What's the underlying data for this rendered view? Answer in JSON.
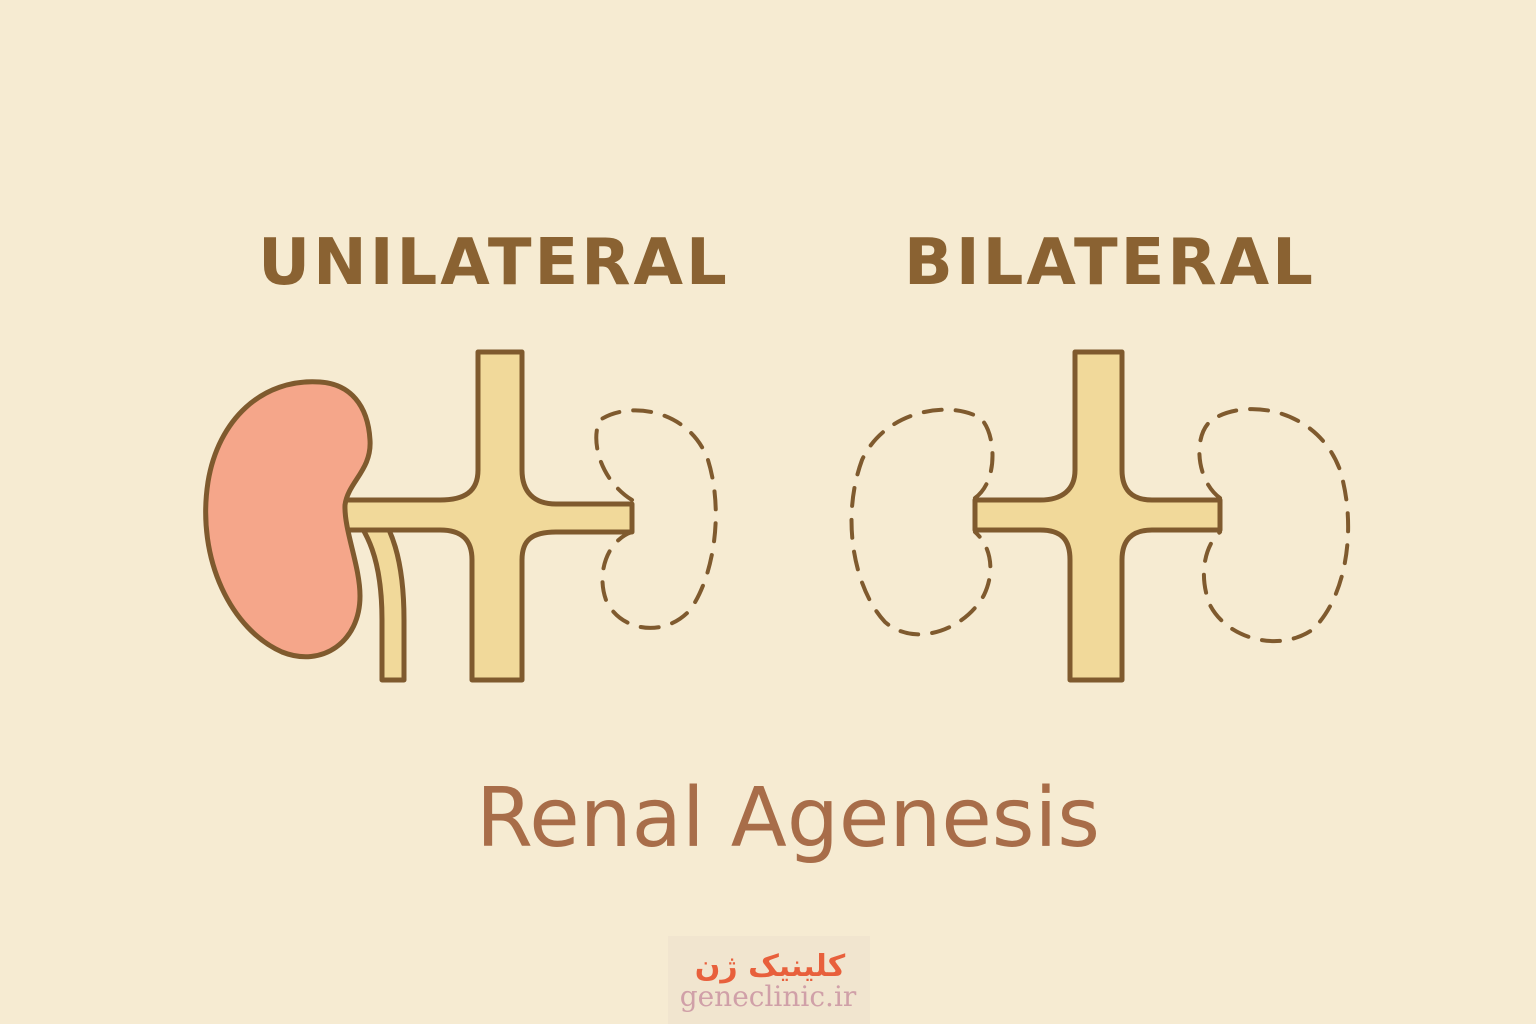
{
  "labels": {
    "unilateral": "UNILATERAL",
    "bilateral": "BILATERAL",
    "title": "Renal Agenesis"
  },
  "watermark": {
    "name_fa": "کلینیک ژن",
    "site": "geneclinic.ir"
  },
  "colors": {
    "background": "#f6ebd2",
    "outline": "#7f5a2e",
    "heading": "#8a6232",
    "title": "#a86d49",
    "kidney_fill": "#f5a68a",
    "vessel_fill": "#f1d99a",
    "watermark_fa": "#e8603c",
    "watermark_en": "#d0a0a8"
  }
}
